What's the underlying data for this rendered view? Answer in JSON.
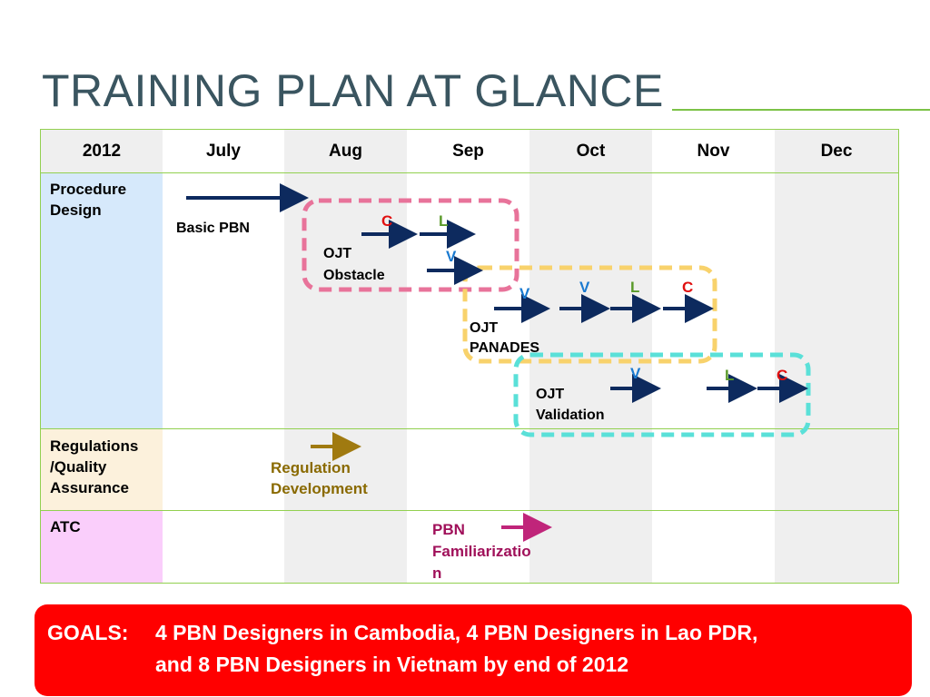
{
  "title": "TRAINING PLAN AT GLANCE",
  "table": {
    "header": [
      "2012",
      "July",
      "Aug",
      "Sep",
      "Oct",
      "Nov",
      "Dec"
    ],
    "rows": [
      {
        "label_line1": "Procedure",
        "label_line2": "Design",
        "label_color": "#d6e9fb"
      },
      {
        "label_line1": "Regulations",
        "label_line2": "/Quality",
        "label_line3": "Assurance",
        "label_color": "#fcf1dc"
      },
      {
        "label_line1": "ATC",
        "label_color": "#facefb"
      }
    ]
  },
  "activities": {
    "basic_pbn": "Basic PBN",
    "ojt_obstacle_1": "OJT",
    "ojt_obstacle_2": "Obstacle",
    "ojt_panades_1": "OJT",
    "ojt_panades_2": "PANADES",
    "ojt_validation_1": "OJT",
    "ojt_validation_2": "Validation",
    "regulation_1": "Regulation",
    "regulation_2": "Development",
    "pbn_fam_1": "PBN",
    "pbn_fam_2": "Familiarizatio",
    "pbn_fam_3": "n"
  },
  "markers": {
    "c": "C",
    "l": "L",
    "v": "V"
  },
  "colors": {
    "title": "#3a5560",
    "accent_line": "#7cc247",
    "grid_border": "#92d050",
    "arrow": "#0d2a5e",
    "regulation_arrow": "#a07a10",
    "regulation_text": "#8a6a00",
    "atc_arrow": "#c0257a",
    "atc_text": "#a0105a",
    "marker_c": "#e01010",
    "marker_l": "#5a9a2a",
    "marker_v": "#1a7ad0",
    "box_pink": "#e8739a",
    "box_yellow": "#f8d26c",
    "box_cyan": "#5ae0d8",
    "goals_bg": "#ff0000"
  },
  "goals": {
    "label": "GOALS:",
    "line1": "4 PBN Designers in Cambodia, 4 PBN Designers in Lao PDR,",
    "line2": "and 8 PBN Designers in Vietnam by end of 2012"
  }
}
